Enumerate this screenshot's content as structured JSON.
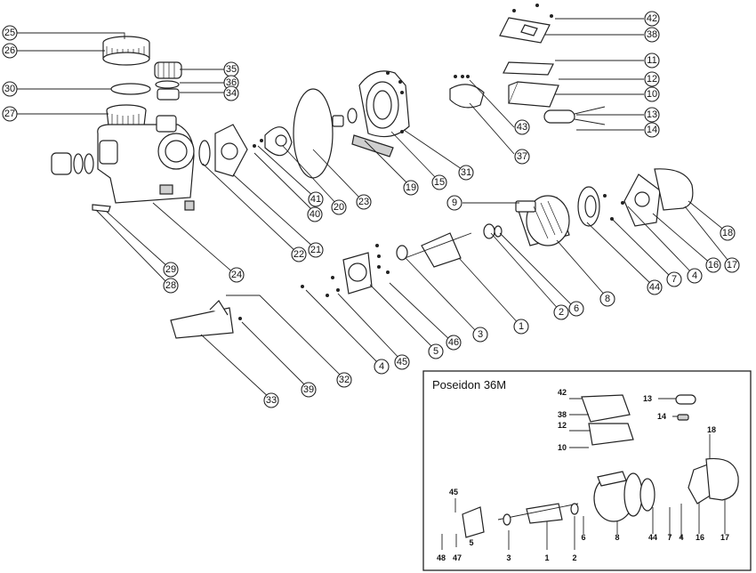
{
  "main_callouts": [
    "25",
    "26",
    "35",
    "36",
    "34",
    "30",
    "27",
    "42",
    "38",
    "11",
    "12",
    "10",
    "43",
    "37",
    "13",
    "14",
    "9",
    "19",
    "15",
    "31",
    "23",
    "20",
    "41",
    "40",
    "21",
    "22",
    "24",
    "29",
    "28",
    "18",
    "17",
    "16",
    "4",
    "7",
    "44",
    "8",
    "6",
    "2",
    "1",
    "3",
    "46",
    "5",
    "45",
    "4",
    "33",
    "39",
    "32"
  ],
  "inset": {
    "title": "Poseidon 36M",
    "labels": [
      "42",
      "38",
      "13",
      "14",
      "12",
      "10",
      "18",
      "45",
      "5",
      "3",
      "1",
      "2",
      "6",
      "8",
      "44",
      "7",
      "4",
      "16",
      "17",
      "48",
      "47"
    ]
  }
}
